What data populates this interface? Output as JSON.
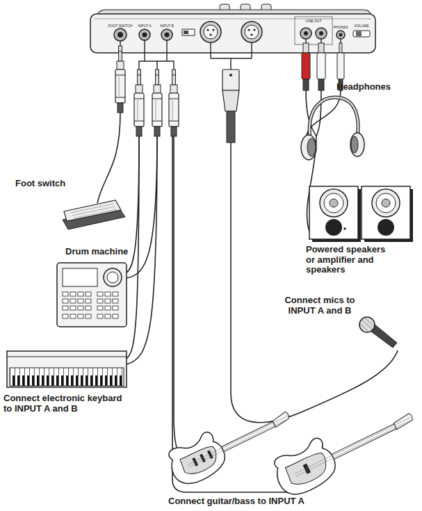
{
  "diagram": {
    "labels": [
      "FOOT SWITCH",
      "INPUT A",
      "INPUT B",
      "LINE OUT",
      "PHONES",
      "VOLUME",
      "Headphones",
      "Foot switch",
      "Drum machine",
      "Powered speakers or amplifier and speakers",
      "Connect mics to INPUT A and B",
      "Connect electronic keybard to INPUT A and B",
      "Connect guitar/bass to INPUT A"
    ]
  }
}
